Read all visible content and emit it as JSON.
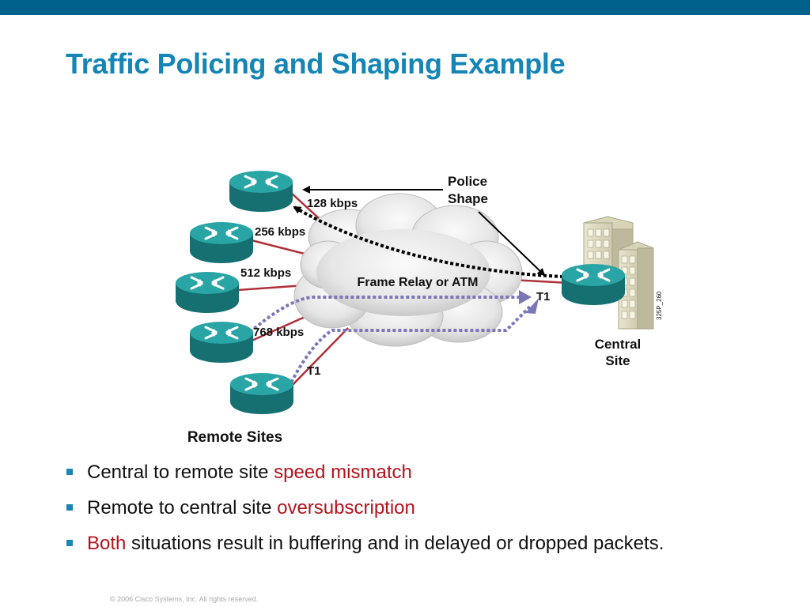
{
  "slide": {
    "title": "Traffic Policing and Shaping Example",
    "footer": "© 2006 Cisco Systems, Inc. All rights reserved."
  },
  "diagram": {
    "cloud_label": "Frame Relay or ATM",
    "police_label": "Police",
    "shape_label": "Shape",
    "links": [
      "128 kbps",
      "256 kbps",
      "512 kbps",
      "768 kbps",
      "T1"
    ],
    "central_link": "T1",
    "remote_sites_label": "Remote Sites",
    "central_site_label_line1": "Central",
    "central_site_label_line2": "Site",
    "figure_id": "325P_260"
  },
  "bullets": [
    {
      "text": "Central to remote site ",
      "highlight": "speed mismatch",
      "highlight_first": false
    },
    {
      "text": "Remote to central site ",
      "highlight": "oversubscription",
      "highlight_first": false
    },
    {
      "highlight": "Both",
      "text": " situations result in buffering and in delayed or dropped packets.",
      "highlight_first": true
    }
  ],
  "colors": {
    "title": "#1585b5",
    "top_bar": "#00618a",
    "highlight": "#b5121b",
    "router": "#1b8f8f",
    "link": "#b03038",
    "dotted_flow": "#7a77b8"
  }
}
